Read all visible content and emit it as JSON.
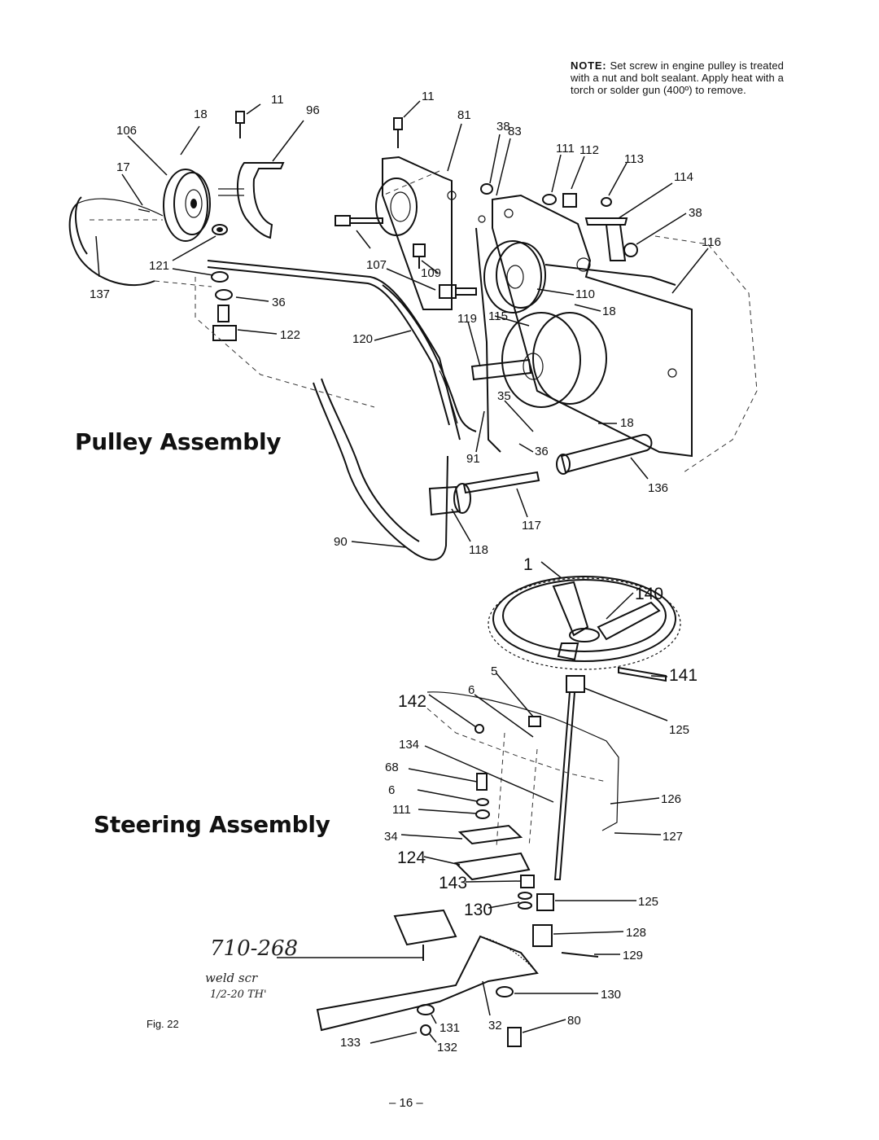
{
  "note": {
    "label": "NOTE:",
    "text": "Set screw in engine pulley is treated with a nut and bolt sealant. Apply heat with a torch or solder gun (400º) to remove."
  },
  "sections": {
    "pulley_title": "Pulley Assembly",
    "steering_title": "Steering Assembly"
  },
  "figure_label": "Fig. 22",
  "page_number": "– 16 –",
  "handwritten": {
    "part_number": "710-268",
    "line1": "weld scr",
    "line2": "1/2-20 TH'"
  },
  "pulley_callouts": [
    "11",
    "18",
    "96",
    "106",
    "17",
    "121",
    "137",
    "36",
    "122",
    "11",
    "81",
    "38",
    "83",
    "111",
    "112",
    "113",
    "114",
    "38",
    "116",
    "107",
    "109",
    "110",
    "18",
    "119",
    "115",
    "120",
    "35",
    "18",
    "91",
    "36",
    "136",
    "117",
    "118",
    "90"
  ],
  "steering_callouts": [
    "1",
    "140",
    "5",
    "141",
    "6",
    "142",
    "125",
    "134",
    "68",
    "6",
    "126",
    "111",
    "34",
    "127",
    "124",
    "143",
    "125",
    "130",
    "128",
    "129",
    "130",
    "80",
    "131",
    "32",
    "133",
    "132"
  ]
}
